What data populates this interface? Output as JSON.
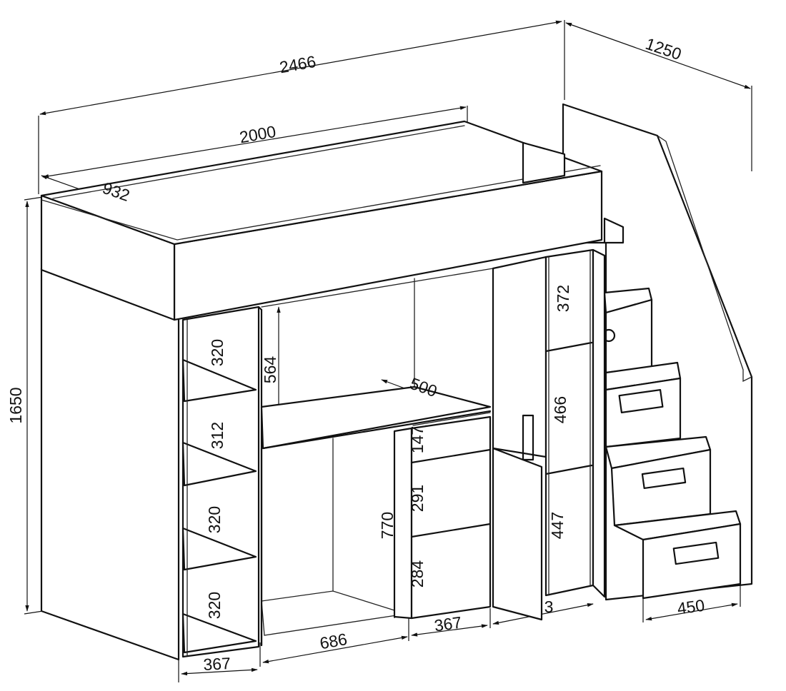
{
  "diagram": {
    "type": "technical drawing",
    "units": "mm",
    "colors": {
      "line": "#111111",
      "background": "#ffffff"
    },
    "dimensions": {
      "overall_length": "2466",
      "overall_depth": "1250",
      "bed_length": "2000",
      "bed_width": "932",
      "overall_height": "1650",
      "left_shelf_1": "320",
      "left_shelf_2": "312",
      "left_shelf_3": "320",
      "left_shelf_4": "320",
      "left_shelf_width": "367",
      "desk_clearance": "564",
      "desk_depth": "500",
      "desk_height": "770",
      "desk_width": "686",
      "cabinet_shelf_1": "147",
      "cabinet_shelf_2": "291",
      "cabinet_shelf_3": "284",
      "cabinet_width": "367",
      "wardrobe_shelf_1": "372",
      "wardrobe_shelf_2": "466",
      "wardrobe_shelf_3": "447",
      "wardrobe_width_partial": "3",
      "stairs_width": "450"
    }
  }
}
